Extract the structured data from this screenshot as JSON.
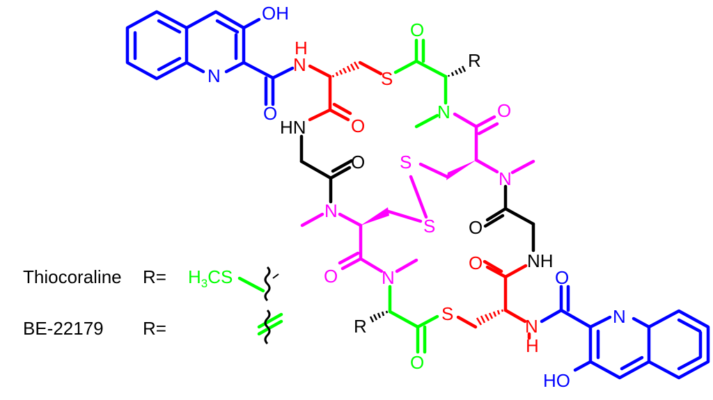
{
  "colors": {
    "quinoxaline": "#0000ff",
    "cysteine": "#ff0000",
    "thioester_residue": "#00ff00",
    "disulfide_residue": "#ff00ff",
    "glycine": "#000000"
  },
  "atoms": {
    "OH": "OH",
    "HO": "HO",
    "N": "N",
    "O": "O",
    "S": "S",
    "H": "H",
    "HN": "HN",
    "NH": "NH",
    "R": "R"
  },
  "legend": {
    "thiocoraline_name": "Thiocoraline",
    "be_name": "BE-22179",
    "r_equals": "R=",
    "h3cs": "H3CS"
  }
}
